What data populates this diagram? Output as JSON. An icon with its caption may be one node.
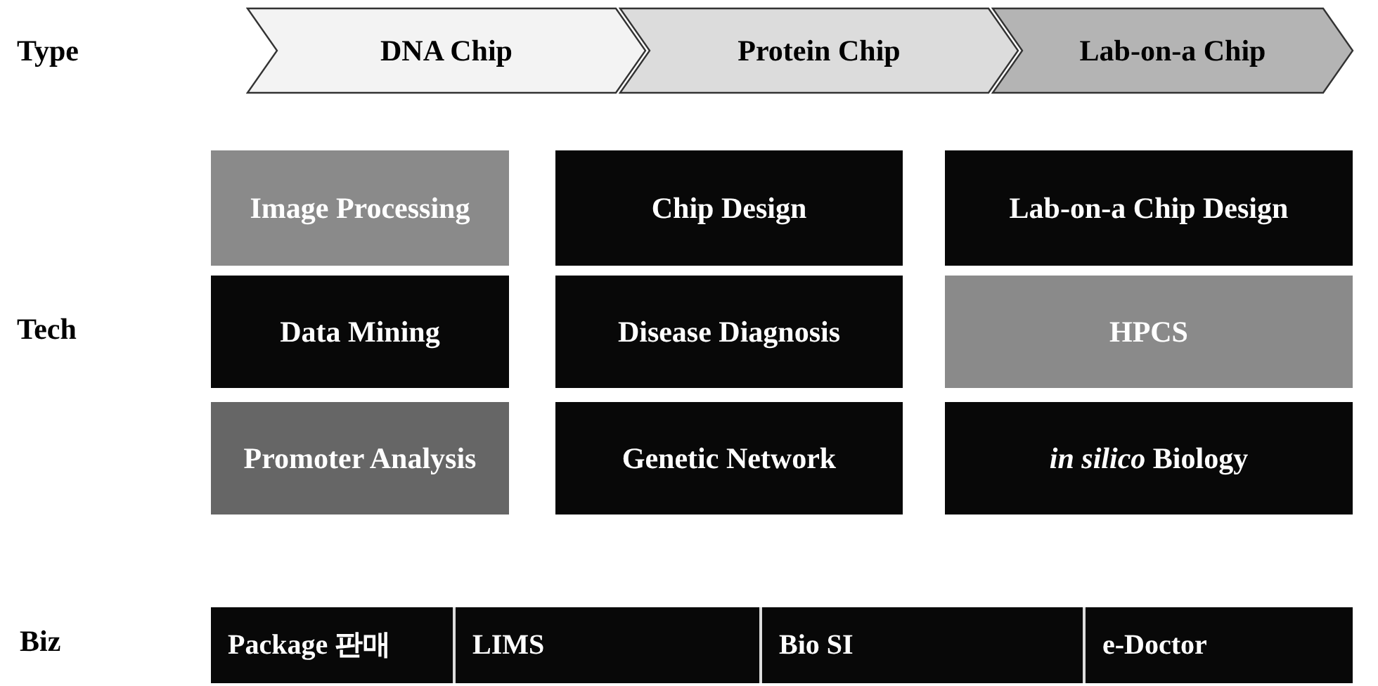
{
  "diagram": {
    "nodes": [
      {
        "text": [
          "DNA Chip"
        ]
      },
      {
        "text": [
          "Protein Chip"
        ]
      },
      {
        "text": [
          "Lab-on-a Chip"
        ]
      },
      {
        "text": [
          "Image Processing"
        ]
      },
      {
        "text": [
          "Chip Design"
        ]
      },
      {
        "text": [
          "Lab-on-a Chip Design"
        ]
      },
      {
        "text": [
          "Data Mining"
        ]
      },
      {
        "text": [
          "Disease Diagnosis"
        ]
      },
      {
        "text": [
          "HPCS"
        ]
      },
      {
        "text": [
          "Promoter Analysis"
        ]
      },
      {
        "text": [
          "Genetic Network"
        ]
      },
      {
        "text": [
          "*in silico* Biology"
        ]
      },
      {
        "text": [
          "Package 판매"
        ]
      },
      {
        "text": [
          "LIMS"
        ]
      },
      {
        "text": [
          "Bio SI"
        ]
      },
      {
        "text": [
          "e-Doctor"
        ]
      }
    ],
    "edges": [],
    "labels": [
      "Type",
      "Tech",
      "Biz"
    ]
  }
}
